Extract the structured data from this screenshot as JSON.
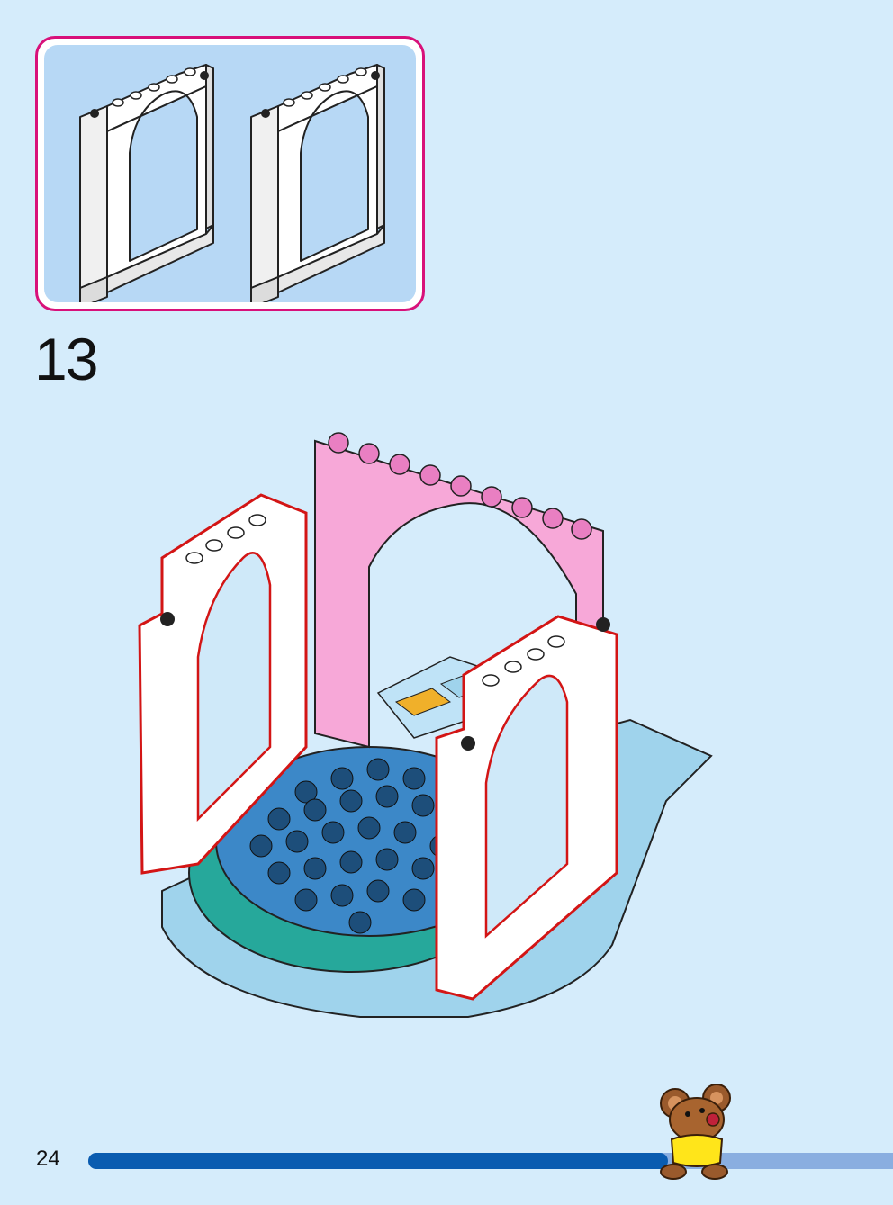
{
  "parts_callout": {
    "items": [
      {
        "icon": "white-arch-window-frame-icon",
        "color": "#ffffff"
      },
      {
        "icon": "white-arch-window-frame-icon",
        "color": "#ffffff"
      }
    ],
    "border_color": "#d8117a"
  },
  "step": {
    "number": "13"
  },
  "footer": {
    "page_number": "24",
    "progress": 0.72,
    "progress_color": "#0a5cb0",
    "track_color": "#8aaee0",
    "mascot_icon": "mouse-mascot-icon"
  }
}
